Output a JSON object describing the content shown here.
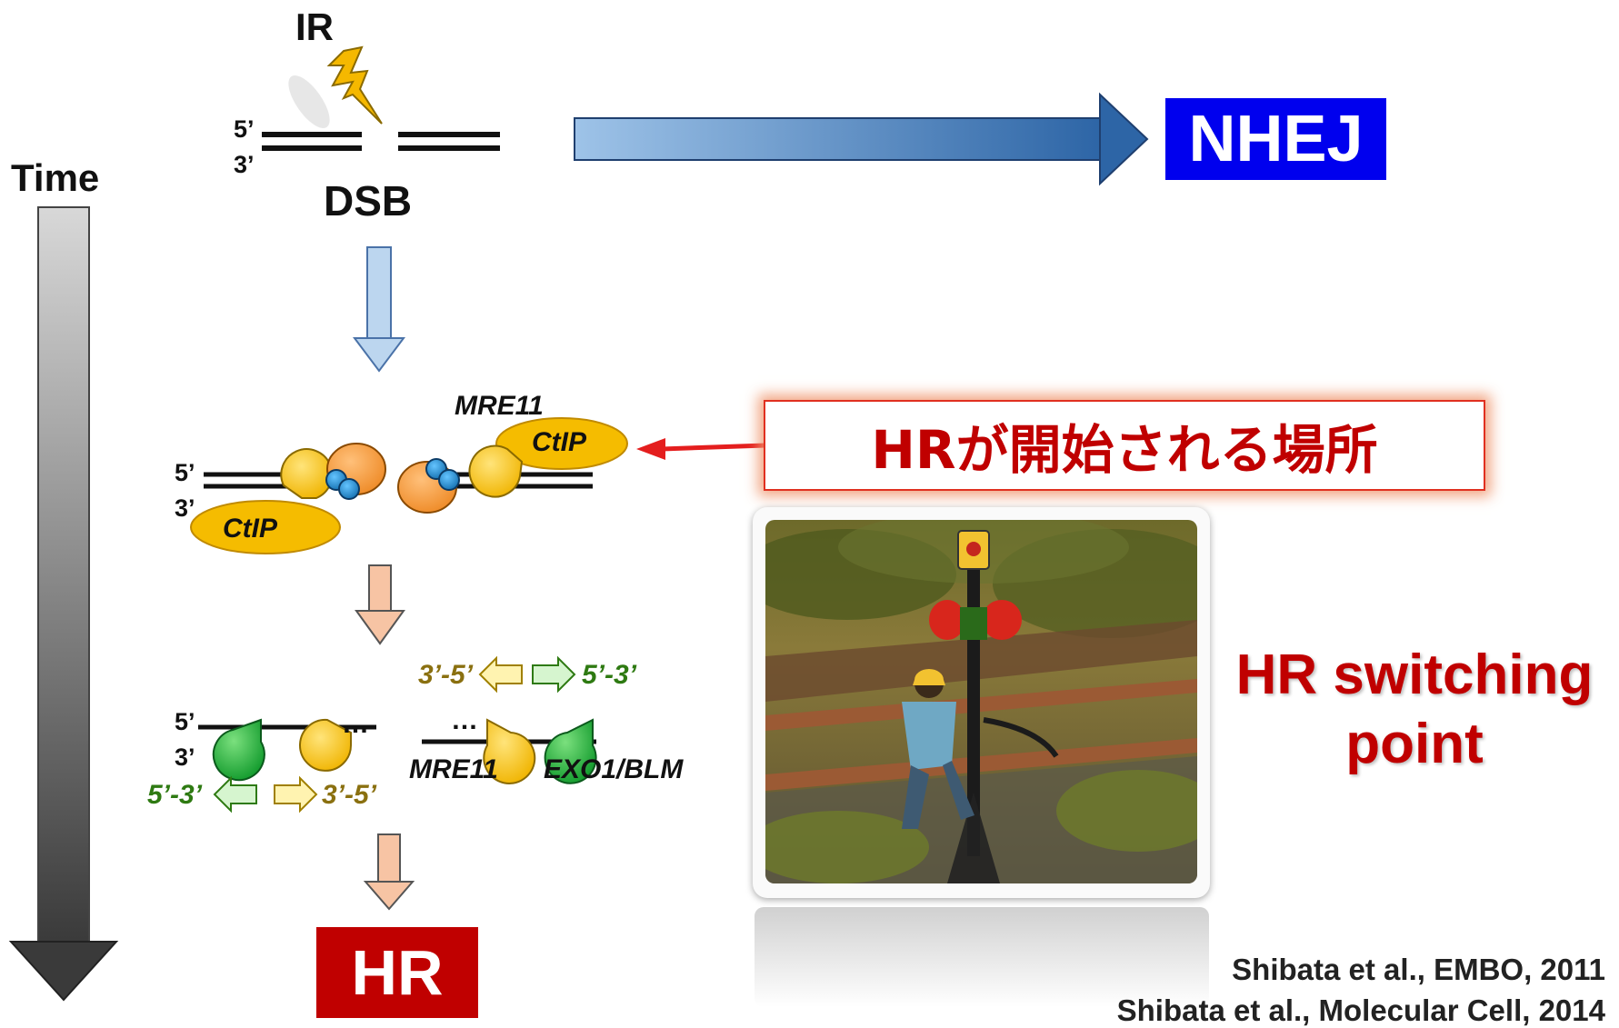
{
  "diagram": {
    "ir_label": "IR",
    "dsb_label": "DSB",
    "time_label": "Time",
    "nhej_label": "NHEJ",
    "hr_label": "HR",
    "hr_start_label": "HRが開始される場所",
    "hr_switching_line1": "HR switching",
    "hr_switching_line2": "point",
    "five_prime": "5’",
    "three_prime": "3’",
    "ctip_label": "CtIP",
    "mre11_label": "MRE11",
    "exo1_blm_label": "EXO1/BLM",
    "dir_3_5": "3’-5’",
    "dir_5_3": "5’-3’",
    "dots": "…",
    "citations": [
      "Shibata et al., EMBO, 2011",
      "Shibata et al., Molecular Cell, 2014"
    ]
  },
  "colors": {
    "nhej_box": "#0000ee",
    "hr_box": "#c00000",
    "title_text": "#c00000",
    "yellow_protein": "#f5bc00",
    "orange_protein": "#f49a3c",
    "blue_protein": "#1f86c8",
    "green_protein": "#1ea83a",
    "green_text": "#2e7a12",
    "olive_text": "#8a7010"
  },
  "icons": [
    "lightning-bolt-icon",
    "photo-railway-signal"
  ]
}
